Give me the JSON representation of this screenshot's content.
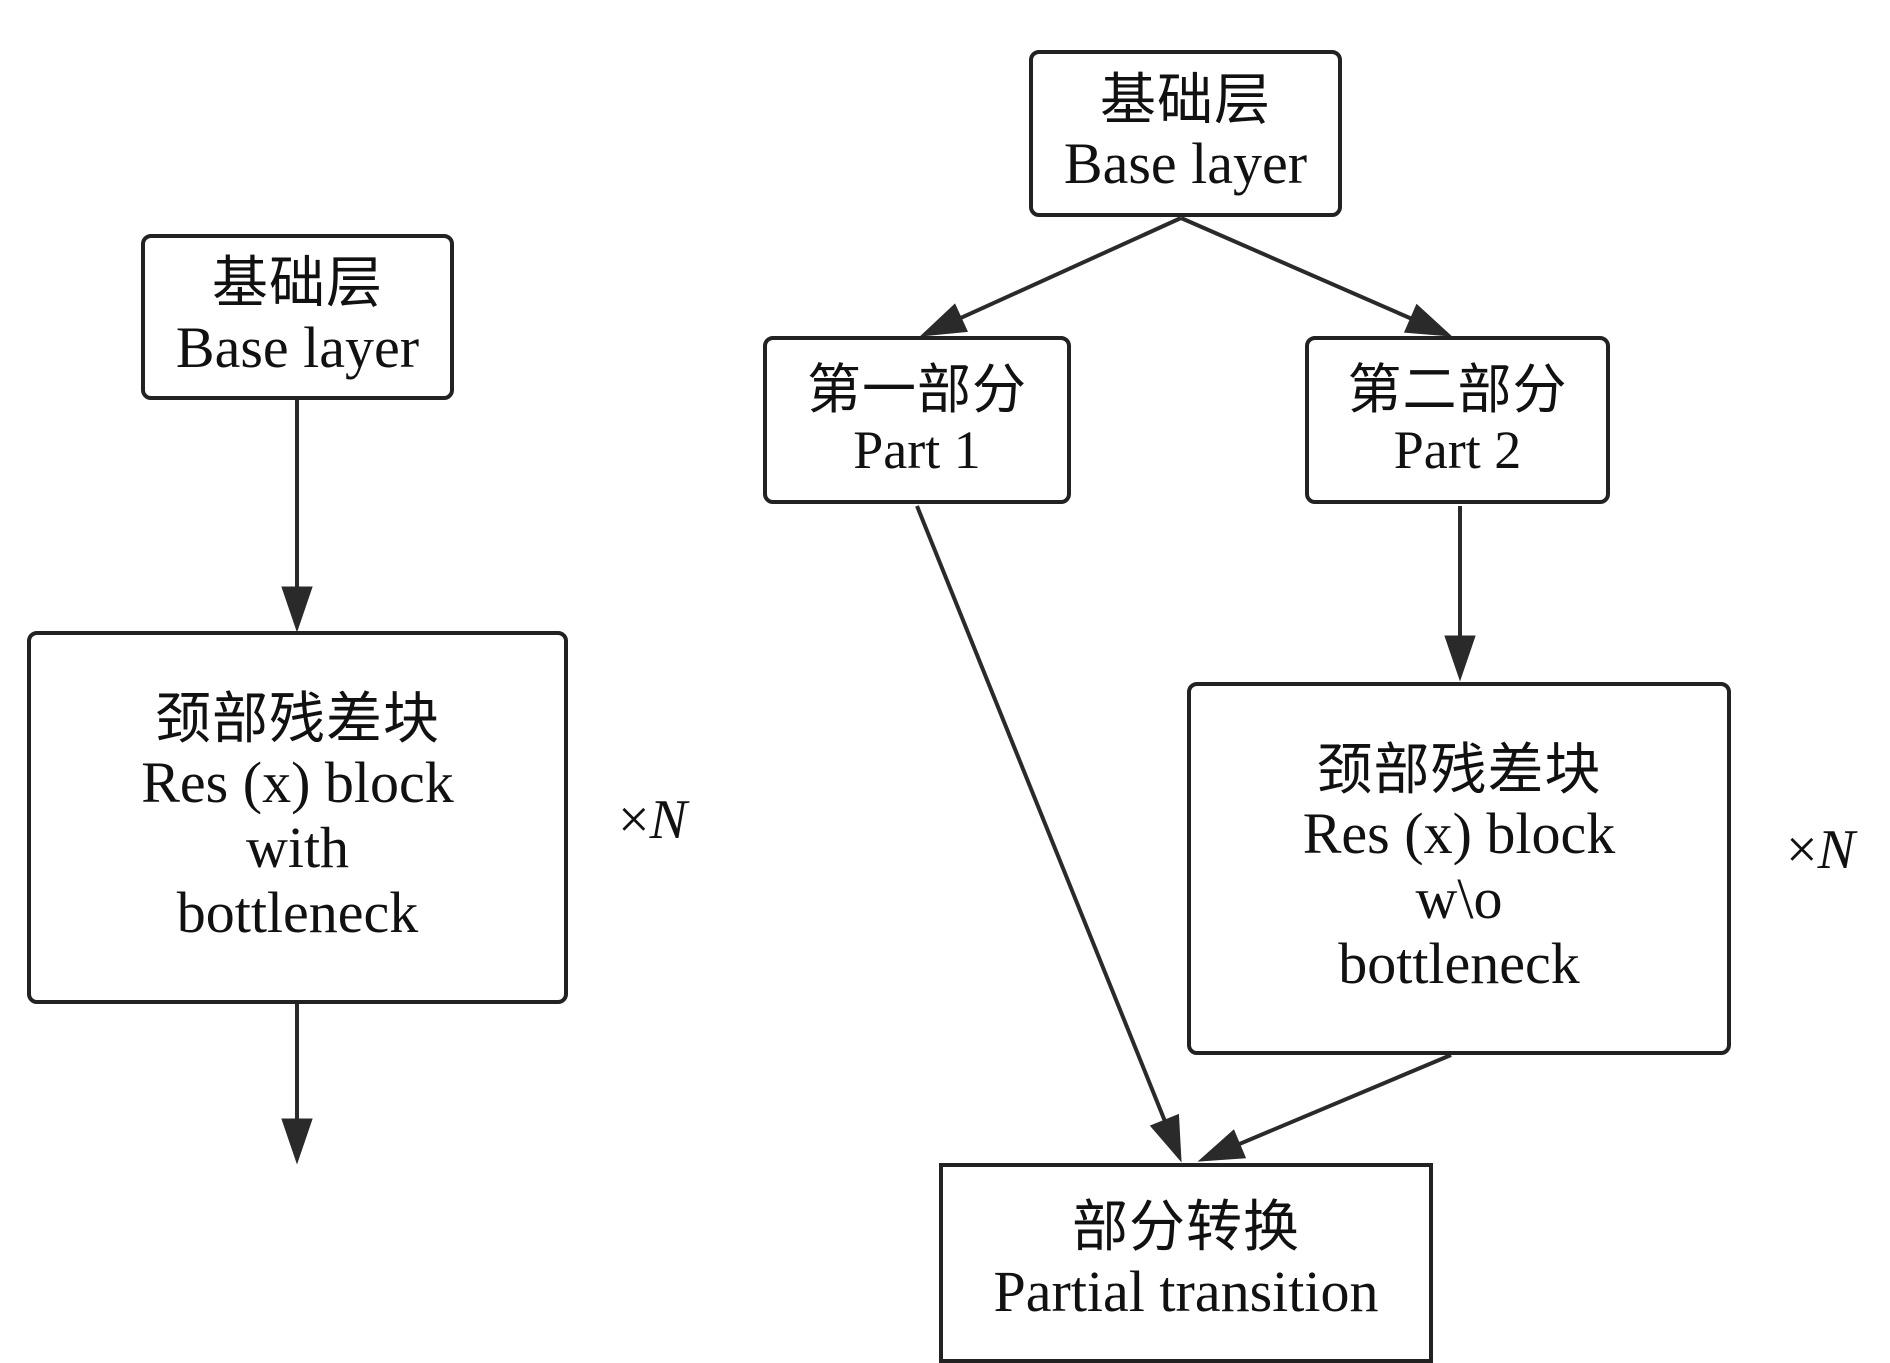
{
  "left_diagram": {
    "base_layer": {
      "zh": "基础层",
      "en": "Base layer"
    },
    "res_block": {
      "zh": "颈部残差块",
      "en_lines": [
        "Res (x) block",
        "with",
        "bottleneck"
      ]
    },
    "repeat": {
      "symbol": "×",
      "variable": "N"
    }
  },
  "right_diagram": {
    "base_layer": {
      "zh": "基础层",
      "en": "Base layer"
    },
    "part1": {
      "zh": "第一部分",
      "en": "Part 1"
    },
    "part2": {
      "zh": "第二部分",
      "en": "Part 2"
    },
    "res_block": {
      "zh": "颈部残差块",
      "en_lines": [
        "Res (x) block",
        "w\\o",
        "bottleneck"
      ]
    },
    "partial_transition": {
      "zh": "部分转换",
      "en": "Partial transition"
    },
    "repeat": {
      "symbol": "×",
      "variable": "N"
    }
  },
  "edges": [
    {
      "from": "left.base_layer",
      "to": "left.res_block"
    },
    {
      "from": "left.res_block",
      "to": "output"
    },
    {
      "from": "right.base_layer",
      "to": "right.part1"
    },
    {
      "from": "right.base_layer",
      "to": "right.part2"
    },
    {
      "from": "right.part1",
      "to": "right.partial_transition"
    },
    {
      "from": "right.part2",
      "to": "right.res_block"
    },
    {
      "from": "right.res_block",
      "to": "right.partial_transition"
    }
  ],
  "colors": {
    "stroke": "#222222",
    "background": "#ffffff",
    "text": "#111111"
  }
}
